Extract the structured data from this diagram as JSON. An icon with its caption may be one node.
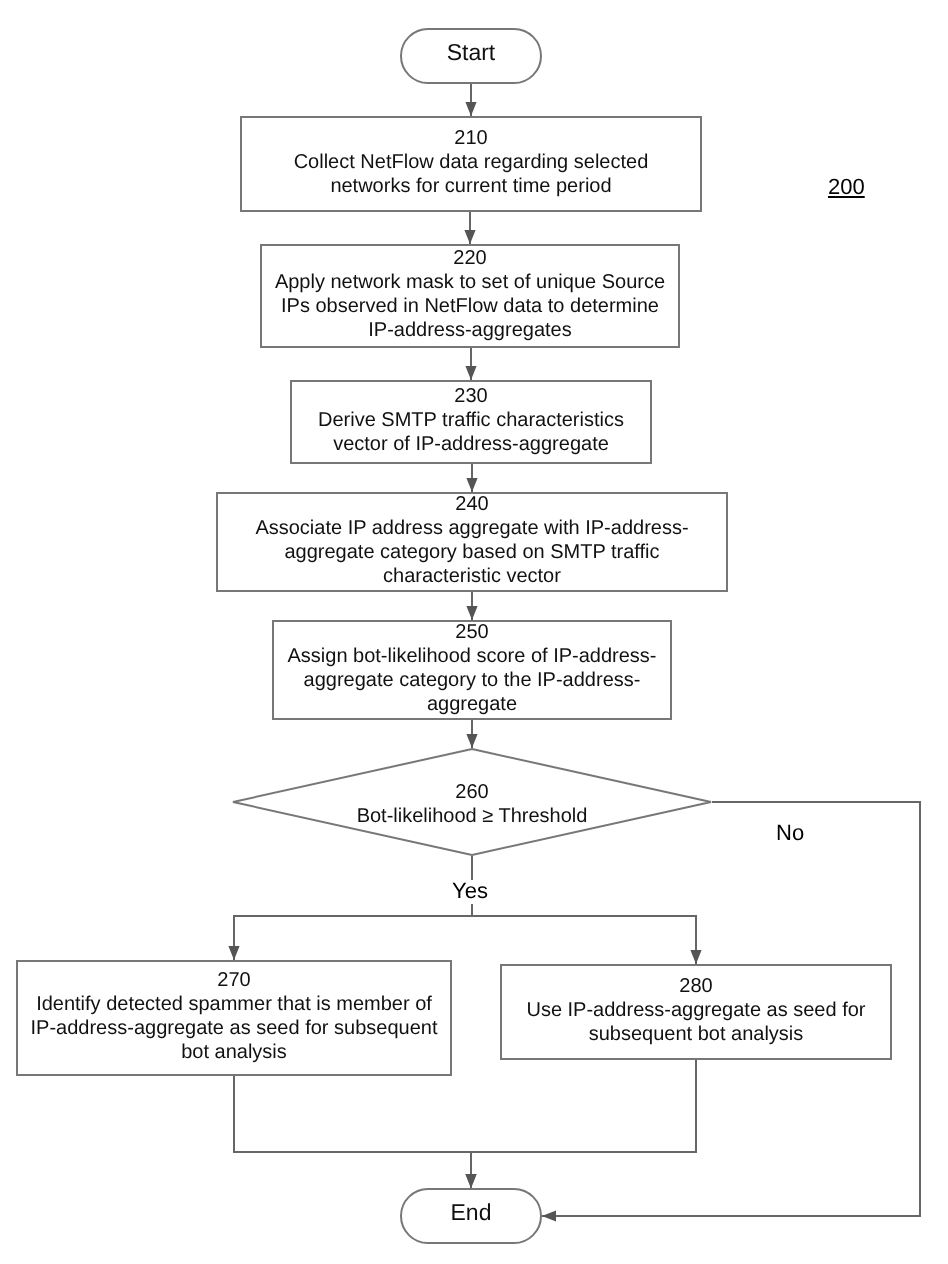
{
  "diagram": {
    "nodes": [
      {
        "text": [
          "Start"
        ]
      },
      {
        "text": [
          "210",
          "Collect NetFlow data regarding selected networks for current time period"
        ]
      },
      {
        "text": [
          "220",
          "Apply network mask to set of unique Source IPs observed in NetFlow data to determine IP-address-aggregates"
        ]
      },
      {
        "text": [
          "230",
          "Derive SMTP traffic characteristics vector of IP-address-aggregate"
        ]
      },
      {
        "text": [
          "240",
          "Associate IP address aggregate with IP-address-aggregate category based on SMTP traffic characteristic vector"
        ]
      },
      {
        "text": [
          "250",
          "Assign bot-likelihood score of IP-address-aggregate category to the IP-address-aggregate"
        ]
      },
      {
        "text": [
          "260",
          "Bot-likelihood ≥ Threshold"
        ]
      },
      {
        "text": [
          "270",
          "Identify detected spammer that is member of  IP-address-aggregate as seed for subsequent bot analysis"
        ]
      },
      {
        "text": [
          "280",
          "Use IP-address-aggregate as seed for subsequent bot analysis"
        ]
      },
      {
        "text": [
          "End"
        ]
      }
    ],
    "edges": [
      {
        "from": 0,
        "to": 1,
        "arrow": "to"
      },
      {
        "from": 1,
        "to": 2,
        "arrow": "to"
      },
      {
        "from": 2,
        "to": 3,
        "arrow": "to"
      },
      {
        "from": 3,
        "to": 4,
        "arrow": "to"
      },
      {
        "from": 4,
        "to": 5,
        "arrow": "to"
      },
      {
        "from": 5,
        "to": 6,
        "arrow": "to"
      },
      {
        "from": 6,
        "to": 7,
        "arrow": "to",
        "label": "Yes"
      },
      {
        "from": 6,
        "to": 8,
        "arrow": "to"
      },
      {
        "from": 6,
        "to": 9,
        "arrow": "to",
        "label": "No"
      },
      {
        "from": 7,
        "to": 9,
        "arrow": "to"
      },
      {
        "from": 8,
        "to": 9,
        "arrow": "to"
      }
    ],
    "labels": [
      "200"
    ]
  }
}
